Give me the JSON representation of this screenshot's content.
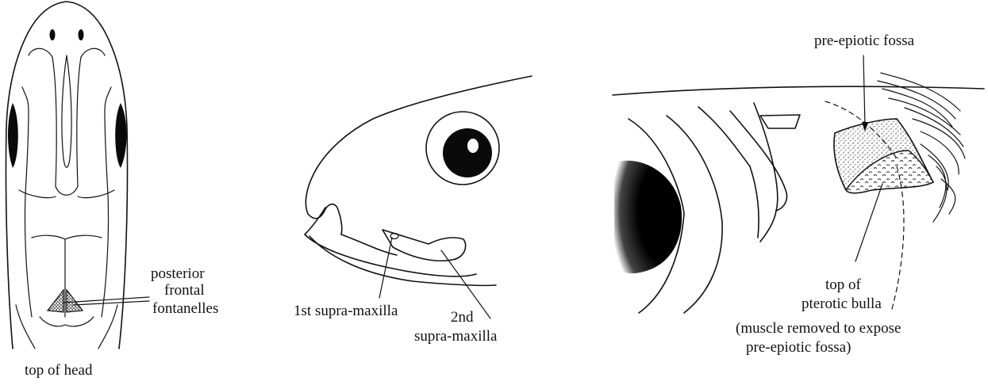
{
  "panels": {
    "head_top": {
      "caption": "top of head",
      "label_posterior": [
        "posterior",
        "frontal",
        "fontanelles"
      ]
    },
    "snout": {
      "label_first": "1st  supra-maxilla",
      "label_second": [
        "2nd",
        "supra-maxilla"
      ]
    },
    "cranium": {
      "label_fossa": "pre-epiotic  fossa",
      "label_bulla": [
        "top of",
        "pterotic bulla"
      ],
      "note": [
        "(muscle  removed  to  expose",
        "pre-epiotic  fossa)"
      ]
    }
  }
}
